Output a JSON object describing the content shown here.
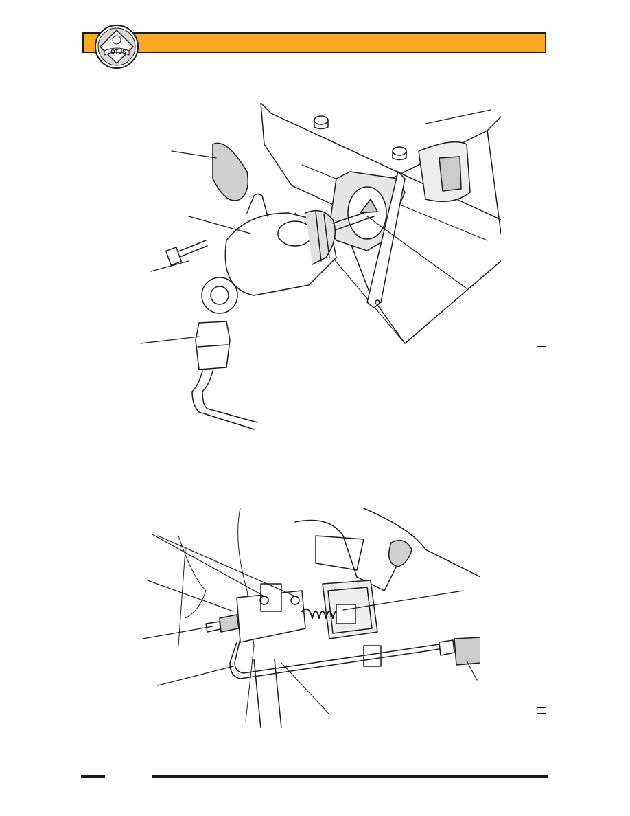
{
  "header": {
    "logo_text": "LOTUS",
    "accent_color": "#f9a825"
  },
  "figures": [
    {
      "name": "slave-cylinder-exploded-view",
      "ref": ""
    },
    {
      "name": "slave-cylinder-installed-view",
      "ref": ""
    }
  ],
  "colors": {
    "line": "#1a1a1a",
    "accent": "#f9a825"
  }
}
